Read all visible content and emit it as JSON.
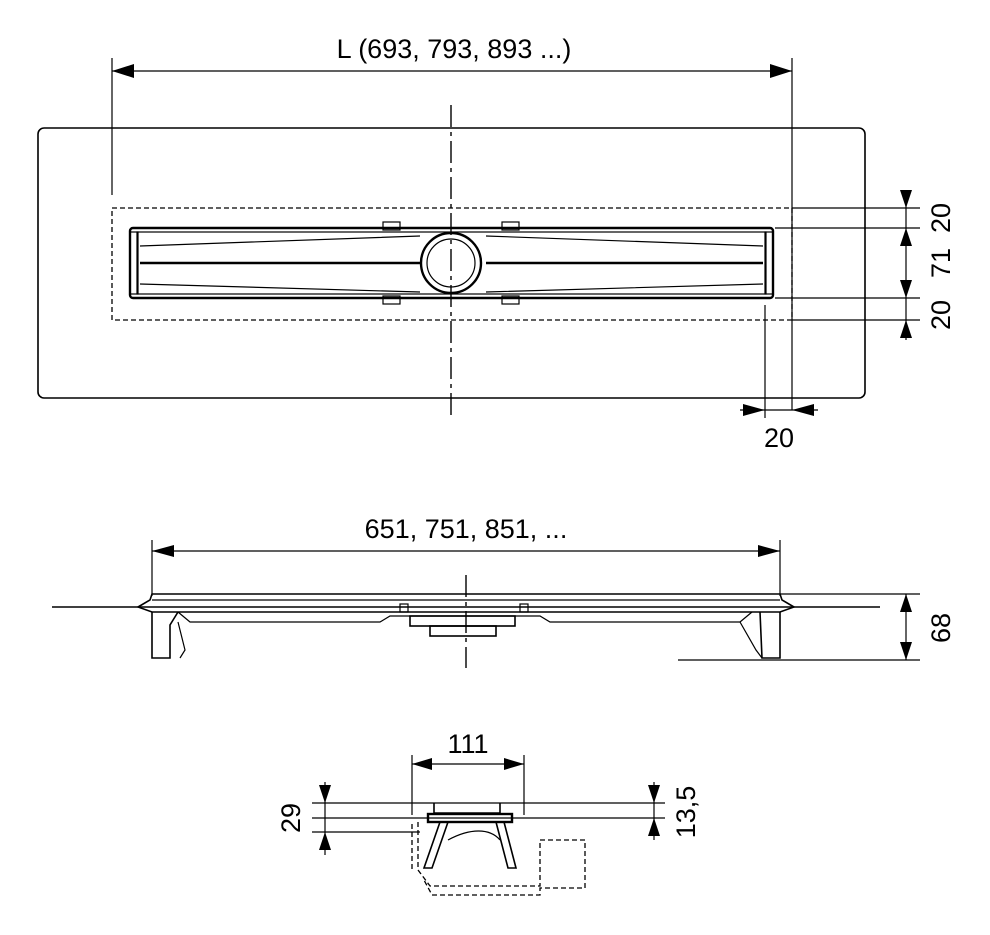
{
  "top_view": {
    "length_label": "L (693, 793, 893 ...)",
    "dim_20_top": "20",
    "dim_71": "71",
    "dim_20_bottom": "20",
    "dim_20_horizontal": "20"
  },
  "side_view": {
    "length_label": "651, 751, 851, ...",
    "height_label": "68"
  },
  "section_view": {
    "width_label": "111",
    "height_29": "29",
    "height_13_5": "13,5"
  }
}
